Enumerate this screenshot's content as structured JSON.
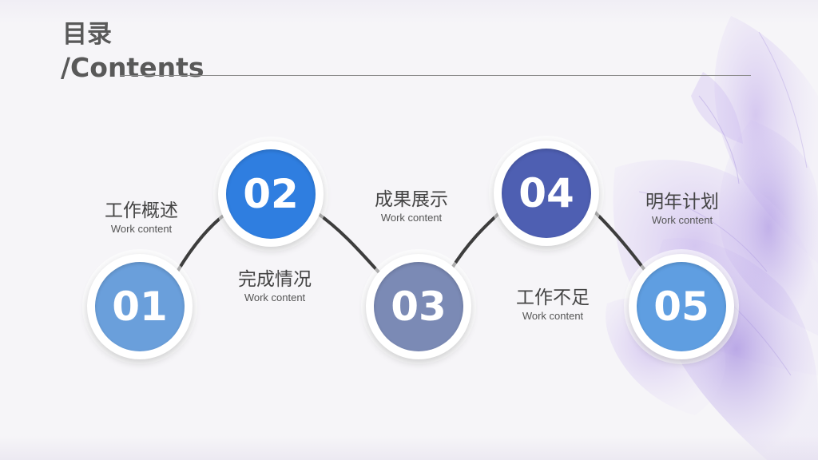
{
  "header": {
    "title_cn": "目录",
    "title_en": "/Contents"
  },
  "colors": {
    "c01": "#6a9fdb",
    "c02": "#2f7ee0",
    "c03": "#7b8ab5",
    "c04": "#4e5fb2",
    "c05": "#5f9ee1",
    "connector": "#3d3d3d",
    "flower": "#a78ee0"
  },
  "items": [
    {
      "number": "01",
      "title": "工作概述",
      "subtitle": "Work content"
    },
    {
      "number": "02",
      "title": "完成情况",
      "subtitle": "Work content"
    },
    {
      "number": "03",
      "title": "成果展示",
      "subtitle": "Work content"
    },
    {
      "number": "04",
      "title": "工作不足",
      "subtitle": "Work content"
    },
    {
      "number": "05",
      "title": "明年计划",
      "subtitle": "Work content"
    }
  ]
}
